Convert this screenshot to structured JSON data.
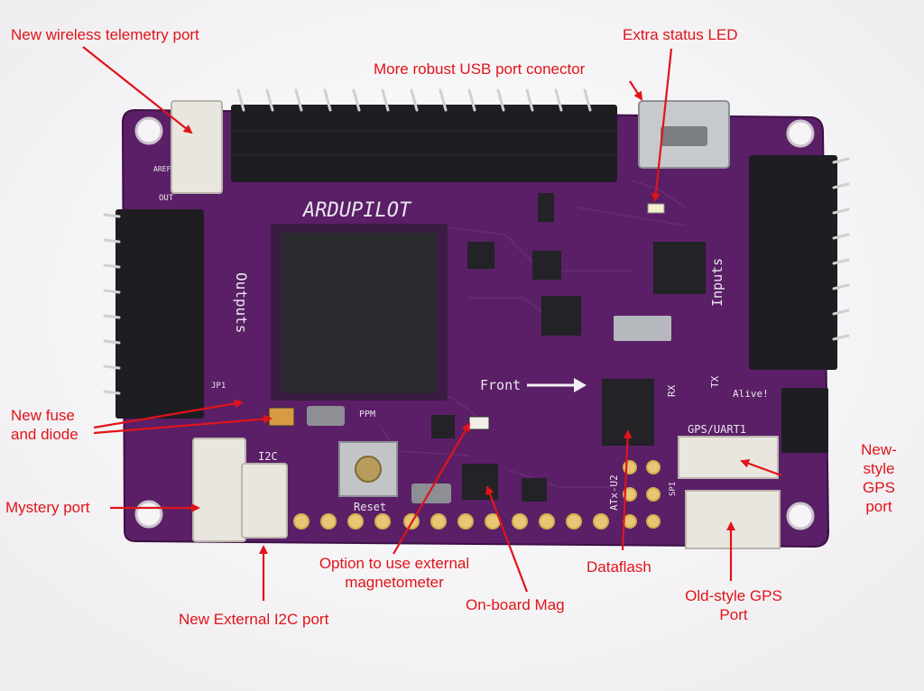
{
  "board": {
    "brand": "ARDUPILOT",
    "silkscreen": {
      "outputs": "Outputs",
      "inputs": "Inputs",
      "front": "Front",
      "reset": "Reset",
      "ppm": "PPM",
      "i2c": "I2C",
      "gps_uart": "GPS/UART1",
      "alive": "Alive!",
      "rx": "RX",
      "tx": "TX",
      "atx": "ATx-U2",
      "out": "OUT",
      "aref": "AREF",
      "jp1": "JP1",
      "spi": "SPI"
    }
  },
  "callouts": {
    "telemetry": "New wireless telemetry port",
    "status_led": "Extra status LED",
    "usb": "More robust USB port conector",
    "fuse_line1": "New fuse",
    "fuse_line2": "and diode",
    "mystery": "Mystery port",
    "ext_mag_line1": "Option to use external",
    "ext_mag_line2": "magnetometer",
    "dataflash": "Dataflash",
    "onboard_mag": "On-board Mag",
    "i2c_port": "New External I2C port",
    "new_gps_line1": "New-",
    "new_gps_line2": "style",
    "new_gps_line3": "GPS",
    "new_gps_line4": "port",
    "old_gps_line1": "Old-style GPS",
    "old_gps_line2": "Port"
  },
  "colors": {
    "pcb": "#5a1f66",
    "annotation": "#e0141a"
  }
}
